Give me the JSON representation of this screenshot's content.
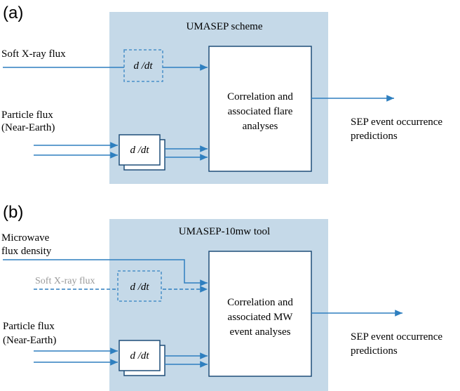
{
  "panel_a": {
    "label": "(a)",
    "scheme_title": "UMASEP scheme",
    "input_sxr": "Soft X-ray flux",
    "input_particle_line1": "Particle flux",
    "input_particle_line2": "(Near-Earth)",
    "derivative_sxr": "d /dt",
    "derivative_particle": "d /dt",
    "analysis_line1": "Correlation and",
    "analysis_line2": "associated flare",
    "analysis_line3": "analyses",
    "output_line1": "SEP event occurrence",
    "output_line2": "predictions"
  },
  "panel_b": {
    "label": "(b)",
    "scheme_title": "UMASEP-10mw tool",
    "input_mw_line1": "Microwave",
    "input_mw_line2": "flux density",
    "input_sxr": "Soft X-ray flux",
    "input_particle_line1": "Particle flux",
    "input_particle_line2": "(Near-Earth)",
    "derivative_sxr": "d /dt",
    "derivative_particle": "d /dt",
    "analysis_line1": "Correlation and",
    "analysis_line2": "associated MW",
    "analysis_line3": "event analyses",
    "output_line1": "SEP event occurrence",
    "output_line2": "predictions"
  },
  "colors": {
    "scheme_background": "#c5d9e8",
    "arrow": "#2e7fbf",
    "box_border": "#1f4e79",
    "dashed_border": "#4a90c8",
    "muted_text": "#9a9a9a"
  }
}
